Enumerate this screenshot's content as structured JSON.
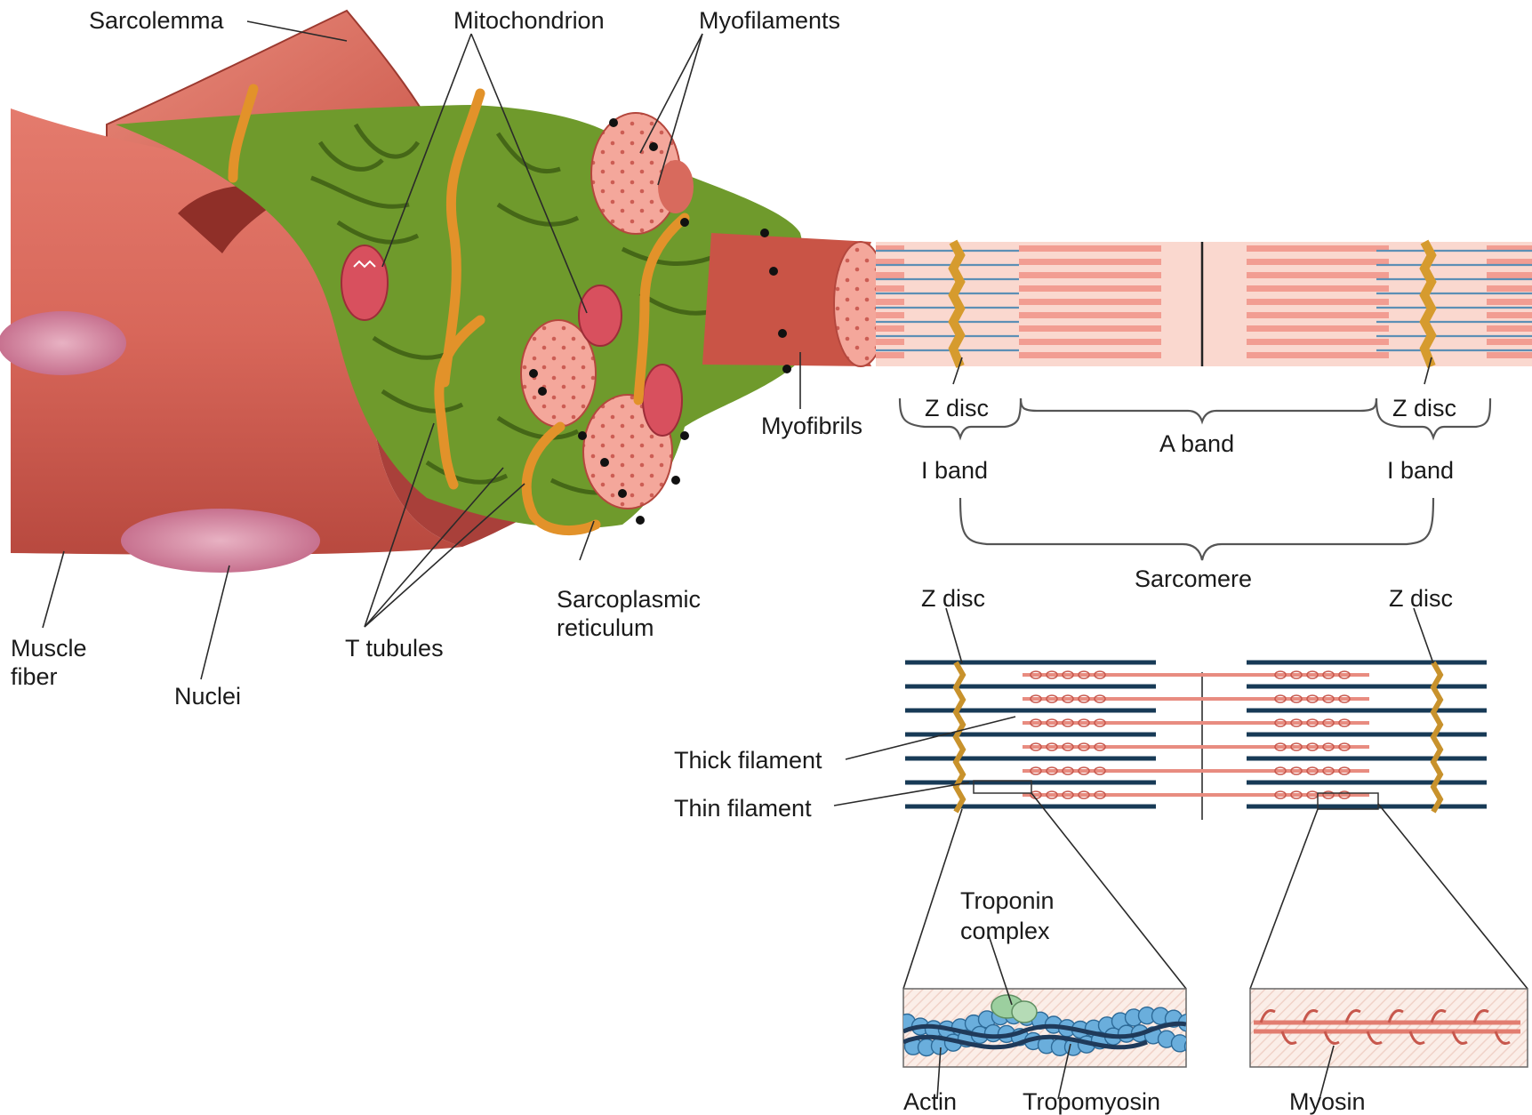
{
  "labels": {
    "sarcolemma": "Sarcolemma",
    "mitochondrion": "Mitochondrion",
    "myofilaments": "Myofilaments",
    "myofibrils": "Myofibrils",
    "muscle_fiber_line1": "Muscle",
    "muscle_fiber_line2": "fiber",
    "nuclei": "Nuclei",
    "t_tubules": "T tubules",
    "sarcoplasmic_line1": "Sarcoplasmic",
    "sarcoplasmic_line2": "reticulum",
    "z_disc_left_top": "Z disc",
    "z_disc_right_top": "Z disc",
    "a_band": "A band",
    "i_band_left": "I band",
    "i_band_right": "I band",
    "sarcomere": "Sarcomere",
    "z_disc_left_bottom": "Z disc",
    "z_disc_right_bottom": "Z disc",
    "thick_filament": "Thick filament",
    "thin_filament": "Thin filament",
    "troponin_line1": "Troponin",
    "troponin_line2": "complex",
    "actin": "Actin",
    "tropomyosin": "Tropomyosin",
    "myosin": "Myosin"
  },
  "colors": {
    "muscle": "#d8675a",
    "muscle_dark": "#b4473d",
    "muscle_light": "#ec9a8c",
    "reticulum": "#6f9a2c",
    "reticulum_dark": "#3e5f14",
    "tubule": "#f0a830",
    "nucleus": "#d58aa3",
    "fibril_pink": "#fad8cf",
    "fibril_stripe": "#ef8a7d",
    "thin_blue": "#5c8fb5",
    "thick_navy": "#173a56",
    "z_yellow": "#e8b245",
    "actin_blue": "#6aaedc",
    "troponin_green": "#98c99b"
  }
}
